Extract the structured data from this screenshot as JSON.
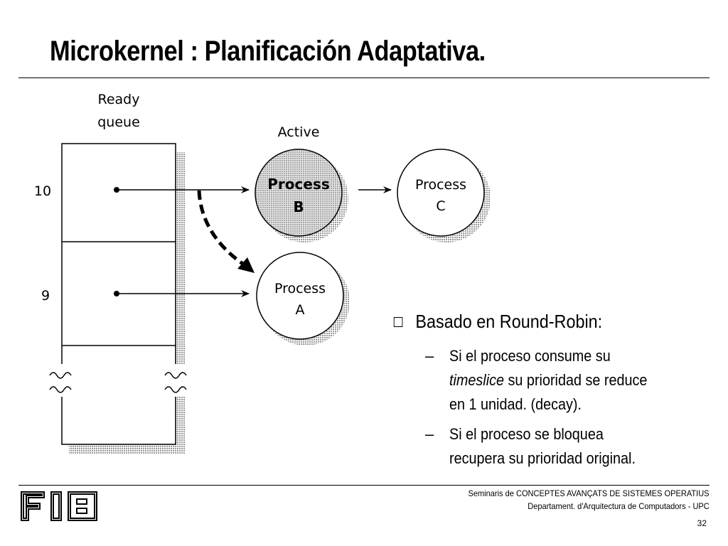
{
  "title": "Microkernel : Planificación Adaptativa.",
  "diagram": {
    "ready_queue_label_line1": "Ready",
    "ready_queue_label_line2": "queue",
    "active_label": "Active",
    "priorities": [
      "10",
      "9"
    ],
    "process_b": [
      "Process",
      "B"
    ],
    "process_c": [
      "Process",
      "C"
    ],
    "process_a": [
      "Process",
      "A"
    ]
  },
  "bullets": {
    "main": "Basado en Round-Robin:",
    "sub1_line1": "Si el proceso consume su",
    "sub1_line2_italic": "timeslice",
    "sub1_line2_rest": " su prioridad se reduce",
    "sub1_line3": "en 1 unidad. (decay).",
    "sub2_line1": "Si el proceso se bloquea",
    "sub2_line2": "recupera su prioridad original.",
    "dash": "–"
  },
  "footer": {
    "line1": "Seminaris de CONCEPTES AVANÇATS DE SISTEMES OPERATIUS",
    "line2": "Departament.  d'Arquitectura de Computadors - UPC",
    "page": "32",
    "logo_text": "FIB"
  },
  "colors": {
    "active_fill": "#c8c8c8",
    "shadow": "#b8b8b8"
  }
}
